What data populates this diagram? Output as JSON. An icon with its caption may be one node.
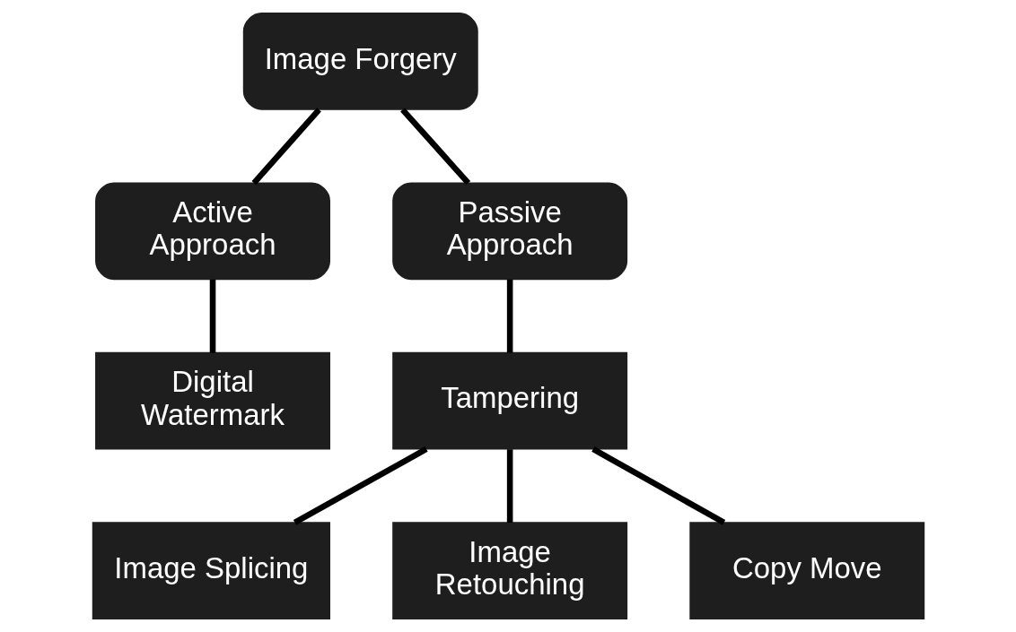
{
  "diagram": {
    "nodes": [
      {
        "text": [
          "Image Forgery"
        ]
      },
      {
        "text": [
          "Active Approach"
        ]
      },
      {
        "text": [
          "Passive Approach"
        ]
      },
      {
        "text": [
          "Digital Watermark"
        ]
      },
      {
        "text": [
          "Tampering"
        ]
      },
      {
        "text": [
          "Image Splicing"
        ]
      },
      {
        "text": [
          "Image Retouching"
        ]
      },
      {
        "text": [
          "Copy Move"
        ]
      }
    ],
    "edges": [
      {
        "from": 0,
        "to": 1,
        "arrow": "none"
      },
      {
        "from": 0,
        "to": 2,
        "arrow": "none"
      },
      {
        "from": 1,
        "to": 3,
        "arrow": "none"
      },
      {
        "from": 2,
        "to": 4,
        "arrow": "none"
      },
      {
        "from": 4,
        "to": 5,
        "arrow": "none"
      },
      {
        "from": 4,
        "to": 6,
        "arrow": "none"
      },
      {
        "from": 4,
        "to": 7,
        "arrow": "none"
      }
    ]
  }
}
